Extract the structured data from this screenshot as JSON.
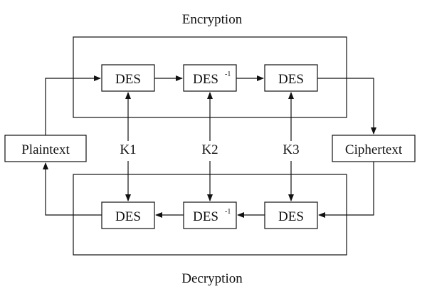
{
  "encryption_label": "Encryption",
  "decryption_label": "Decryption",
  "plaintext_label": "Plaintext",
  "ciphertext_label": "Ciphertext",
  "encryption_row": [
    {
      "name": "DES",
      "sup": ""
    },
    {
      "name": "DES",
      "sup": "-1"
    },
    {
      "name": "DES",
      "sup": ""
    }
  ],
  "decryption_row": [
    {
      "name": "DES",
      "sup": ""
    },
    {
      "name": "DES",
      "sup": "-1"
    },
    {
      "name": "DES",
      "sup": ""
    }
  ],
  "keys": [
    "K1",
    "K2",
    "K3"
  ]
}
